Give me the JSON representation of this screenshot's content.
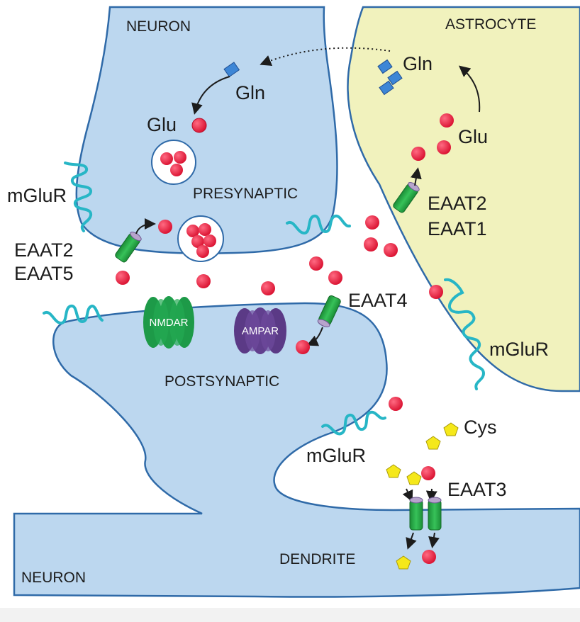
{
  "labels": {
    "neuron_top": "NEURON",
    "astrocyte": "ASTROCYTE",
    "presynaptic": "PRESYNAPTIC",
    "postsynaptic": "POSTSYNAPTIC",
    "dendrite": "DENDRITE",
    "neuron_bottom": "NEURON",
    "gln_neuron": "Gln",
    "gln_astro": "Gln",
    "glu_neuron": "Glu",
    "glu_astro": "Glu",
    "mglur_left": "mGluR",
    "mglur_right": "mGluR",
    "mglur_post": "mGluR",
    "eaat2_pre": "EAAT2",
    "eaat5_pre": "EAAT5",
    "eaat2_astro": "EAAT2",
    "eaat1_astro": "EAAT1",
    "eaat4": "EAAT4",
    "eaat3": "EAAT3",
    "cys": "Cys",
    "nmdar": "NMDAR",
    "ampar": "AMPAR"
  },
  "colors": {
    "neuron_fill": "#bcd7ef",
    "neuron_stroke": "#2f6aa8",
    "astrocyte_fill": "#f1f2bd",
    "glutamate": "#e5173f",
    "glutamine": "#3d86d6",
    "cysteine": "#f5e81a",
    "transporter": "#28a745",
    "mglur": "#27b6c6",
    "nmdar": "#1d9a48",
    "ampar": "#5b3a86"
  }
}
